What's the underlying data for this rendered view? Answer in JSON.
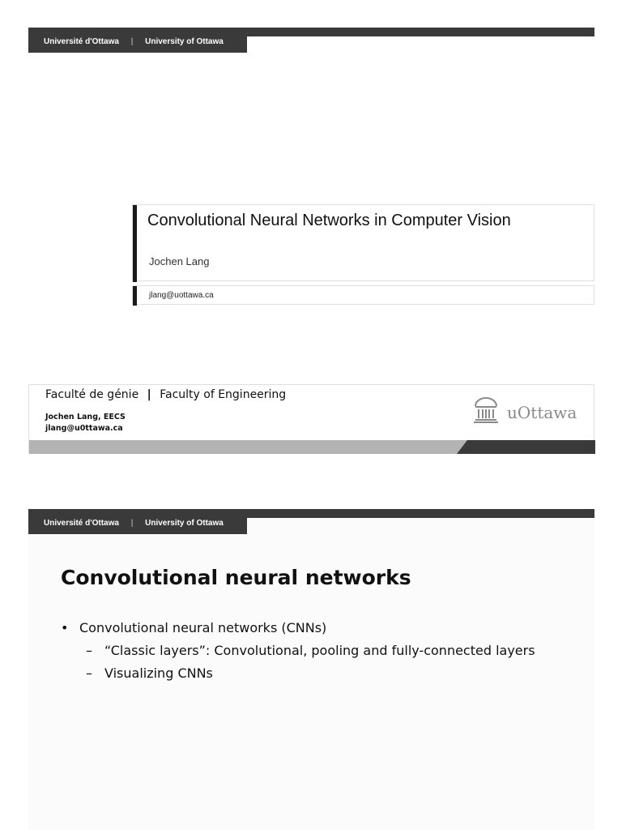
{
  "slides": [
    {
      "header": {
        "left": "Université d'Ottawa",
        "separator": "|",
        "right": "University of Ottawa"
      },
      "title": "Convolutional Neural Networks in Computer Vision",
      "author": "Jochen Lang",
      "email": "jlang@uottawa.ca",
      "footer": {
        "faculty_fr": "Faculté de génie",
        "separator": "|",
        "faculty_en": "Faculty of Engineering",
        "contact_name": "Jochen Lang, EECS",
        "contact_email": "jlang@u0ttawa.ca",
        "logo_text": "uOttawa",
        "logo_icon": "building-columns-icon"
      }
    },
    {
      "header": {
        "left": "Université d'Ottawa",
        "separator": "|",
        "right": "University of Ottawa"
      },
      "heading": "Convolutional neural networks",
      "bullets": [
        {
          "marker": "•",
          "text": "Convolutional neural networks (CNNs)",
          "children": [
            {
              "marker": "–",
              "text": "“Classic layers”: Convolutional, pooling and fully-connected layers"
            },
            {
              "marker": "–",
              "text": "Visualizing CNNs"
            }
          ]
        }
      ]
    }
  ],
  "colors": {
    "header": "#3a3a3a",
    "accent": "#1a1a1a",
    "footer_band": "#b3b3b3",
    "footer_band_dark": "#3a3a3a",
    "logo": "#8a8a8a"
  }
}
